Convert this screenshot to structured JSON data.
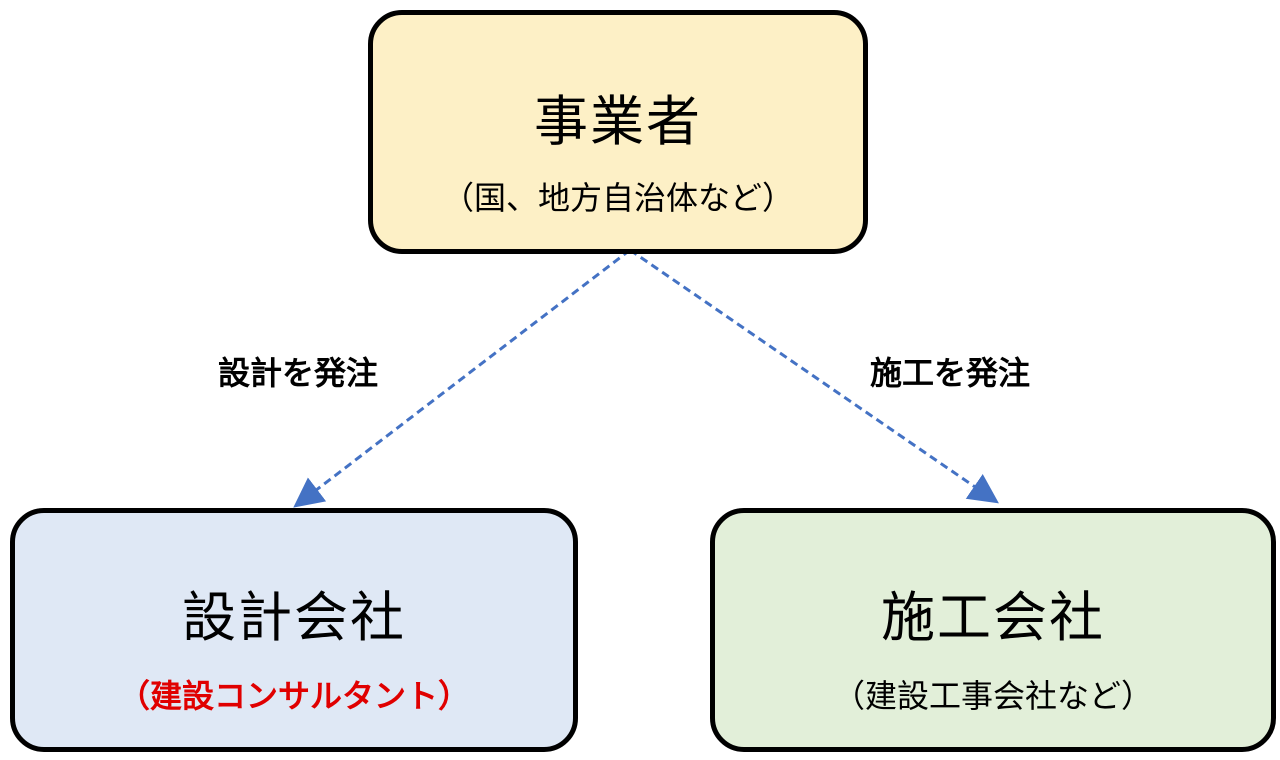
{
  "nodes": {
    "owner": {
      "title": "事業者",
      "subtitle": "（国、地方自治体など）",
      "fill": "#fdf0c6"
    },
    "design": {
      "title": "設計会社",
      "subtitle": "（建設コンサルタント）",
      "fill": "#dfe8f5",
      "subtitle_color": "#e00000"
    },
    "construct": {
      "title": "施工会社",
      "subtitle": "（建設工事会社など）",
      "fill": "#e2efd9"
    }
  },
  "edges": [
    {
      "from": "owner",
      "to": "design",
      "label": "設計を発注",
      "style": "dashed",
      "color": "#4472c4"
    },
    {
      "from": "owner",
      "to": "construct",
      "label": "施工を発注",
      "style": "dashed",
      "color": "#4472c4"
    }
  ]
}
